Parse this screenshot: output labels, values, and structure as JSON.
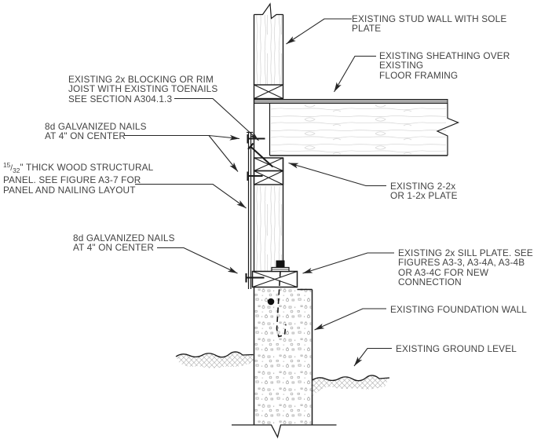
{
  "callouts": [
    {
      "id": "stud-wall",
      "text": "EXISTING STUD WALL WITH SOLE\nPLATE"
    },
    {
      "id": "sheathing",
      "text": "EXISTING SHEATHING OVER EXISTING\nFLOOR FRAMING"
    },
    {
      "id": "blocking",
      "text": "EXISTING 2x BLOCKING OR RIM\nJOIST WITH EXISTING TOENAILS\nSEE SECTION A304.1.3"
    },
    {
      "id": "nails-upper",
      "text": "8d GALVANIZED NAILS\nAT 4\" ON CENTER"
    },
    {
      "id": "panel",
      "fraction_numerator": "15",
      "fraction_separator": "/",
      "fraction_denominator": "32",
      "text": "\" THICK WOOD STRUCTURAL\nPANEL. SEE FIGURE A3-7 FOR\nPANEL AND NAILING LAYOUT"
    },
    {
      "id": "nails-lower",
      "text": "8d GALVANIZED NAILS\nAT 4\" ON CENTER"
    },
    {
      "id": "plate-2-2x",
      "text": "EXISTING 2-2x\nOR 1-2x PLATE"
    },
    {
      "id": "sill-plate",
      "text": "EXISTING 2x SILL PLATE. SEE\nFIGURES A3-3, A3-4A, A3-4B\nOR A3-4C FOR NEW\nCONNECTION"
    },
    {
      "id": "foundation",
      "text": "EXISTING FOUNDATION WALL"
    },
    {
      "id": "ground",
      "text": "EXISTING GROUND LEVEL"
    }
  ],
  "colors": {
    "line": "#1a1a1a",
    "text": "#424242",
    "leader": "#262626",
    "sheathing_fill": "#a8a8a8",
    "wood_grain": "#d6d6d6",
    "concrete_speck": "#adadad",
    "ground_hatch": "#a5a5a5",
    "background": "#ffffff"
  }
}
